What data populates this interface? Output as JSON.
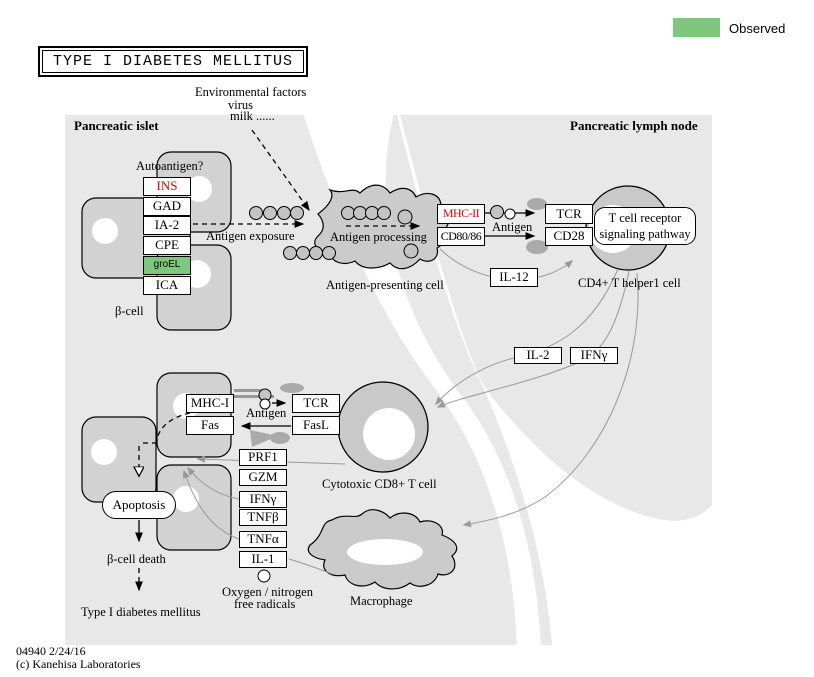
{
  "title": "TYPE I DIABETES MELLITUS",
  "legend": {
    "label": "Observed",
    "color": "#7ec87e"
  },
  "regions": {
    "islet": "Pancreatic islet",
    "lymph": "Pancreatic lymph node"
  },
  "env": {
    "line1": "Environmental factors",
    "line2": "virus",
    "line3": "milk ......"
  },
  "autoantigen": {
    "label": "Autoantigen?",
    "genes": [
      {
        "label": "INS"
      },
      {
        "label": "GAD"
      },
      {
        "label": "IA-2"
      },
      {
        "label": "CPE"
      },
      {
        "label": "groEL"
      },
      {
        "label": "ICA"
      }
    ]
  },
  "boxes": {
    "mhc2": "MHC-II",
    "cd80": "CD80/86",
    "tcr1": "TCR",
    "cd28": "CD28",
    "il12": "IL-12",
    "il2": "IL-2",
    "ifng_upper": "IFNγ",
    "mhc1": "MHC-I",
    "fas": "Fas",
    "tcr2": "TCR",
    "fasl": "FasL",
    "cytokines": [
      "PRF1",
      "GZM",
      "IFNγ",
      "TNFβ",
      "TNFα",
      "IL-1"
    ]
  },
  "labels": {
    "beta_cell": "β-cell",
    "antigen_exposure": "Antigen exposure",
    "antigen_processing": "Antigen processing",
    "apc": "Antigen-presenting cell",
    "antigen_upper": "Antigen",
    "antigen_lower": "Antigen",
    "tcr_pathway_line1": "T cell receptor",
    "tcr_pathway_line2": "signaling pathway",
    "cd4_cell": "CD4+ T helper1 cell",
    "ctl_cell": "Cytotoxic CD8+ T cell",
    "macrophage": "Macrophage",
    "apoptosis": "Apoptosis",
    "beta_cell_death": "β-cell death",
    "t1dm": "Type I diabetes mellitus",
    "radicals_line1": "Oxygen / nitrogen",
    "radicals_line2": "free radicals"
  },
  "footer": {
    "line1": "04940 2/24/16",
    "line2": "(c) Kanehisa Laboratories"
  },
  "colors": {
    "background_region": "#e8e8e8",
    "cell_fill": "#d2d2d2",
    "apc_fill": "#cbcbcb",
    "observed_green": "#7ec87e",
    "highlight_red": "#dd0000",
    "gray_line": "#999999"
  }
}
